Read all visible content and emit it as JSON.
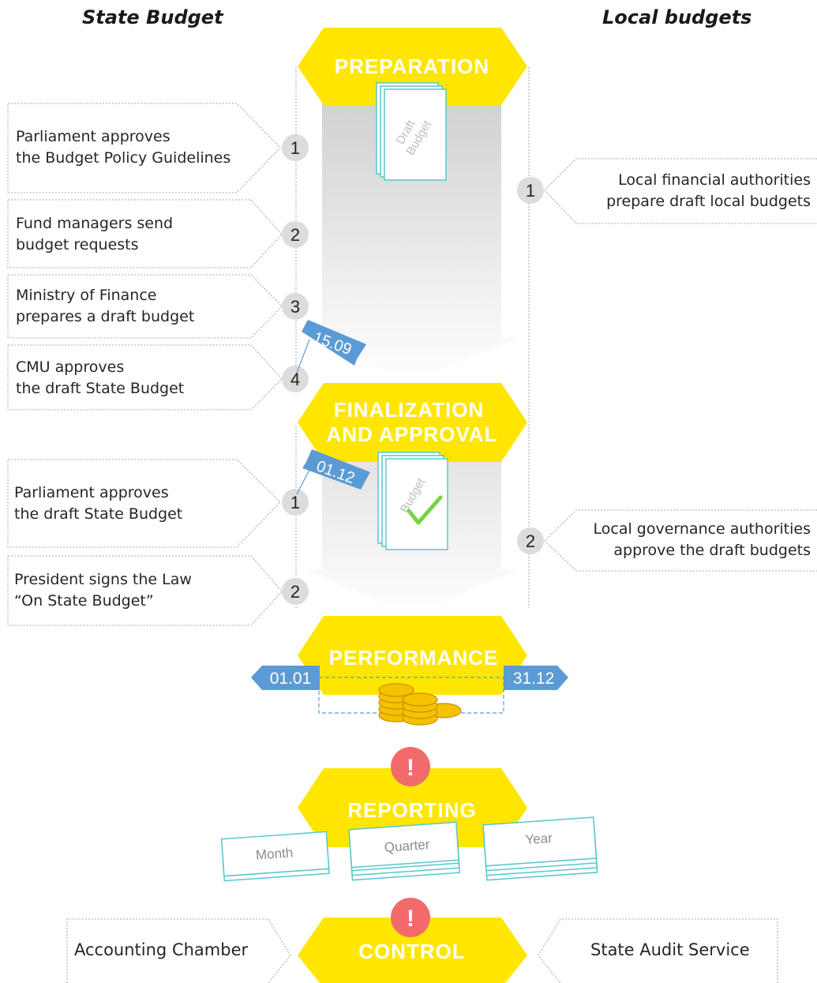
{
  "headers": {
    "state": "State Budget",
    "local": "Local budgets"
  },
  "stages": {
    "preparation": "PREPARATION",
    "finalization_1": "FINALIZATION",
    "finalization_2": "AND APPROVAL",
    "performance": "PERFORMANCE",
    "reporting": "REPORTING",
    "control": "CONTROL"
  },
  "documents": {
    "draft_1": "Draft",
    "draft_2": "Budget",
    "budget": "Budget"
  },
  "preparation_steps": {
    "state": [
      {
        "num": "1",
        "line1": "Parliament approves",
        "line2": "the Budget Policy Guidelines"
      },
      {
        "num": "2",
        "line1": "Fund managers send",
        "line2": "budget requests"
      },
      {
        "num": "3",
        "line1": "Ministry of Finance",
        "line2": "prepares a draft budget"
      },
      {
        "num": "4",
        "line1": "CMU approves",
        "line2": "the draft State Budget"
      }
    ],
    "local": {
      "num": "1",
      "line1": "Local financial authorities",
      "line2": "prepare draft local budgets"
    }
  },
  "approval_steps": {
    "state": [
      {
        "num": "1",
        "line1": "Parliament approves",
        "line2": "the draft State Budget"
      },
      {
        "num": "2",
        "line1": "President signs the Law",
        "line2": "“On State Budget”"
      }
    ],
    "local": {
      "num": "2",
      "line1": "Local governance authorities",
      "line2": "approve the draft budgets"
    }
  },
  "dates": {
    "draft_deadline": "15.09",
    "approval_deadline": "01.12",
    "year_start": "01.01",
    "year_end": "31.12"
  },
  "reports": {
    "month": "Month",
    "quarter": "Quarter",
    "year": "Year"
  },
  "alerts": {
    "reporting": "!",
    "control": "!"
  },
  "control_bodies": {
    "left": "Accounting Chamber",
    "right": "State Audit Service"
  },
  "colors": {
    "stage": "#FFE600",
    "tag": "#5B9BD5",
    "alert": "#F26B6B",
    "accent": "#56C8CE",
    "coin": "#F5C200",
    "check": "#74D444"
  }
}
